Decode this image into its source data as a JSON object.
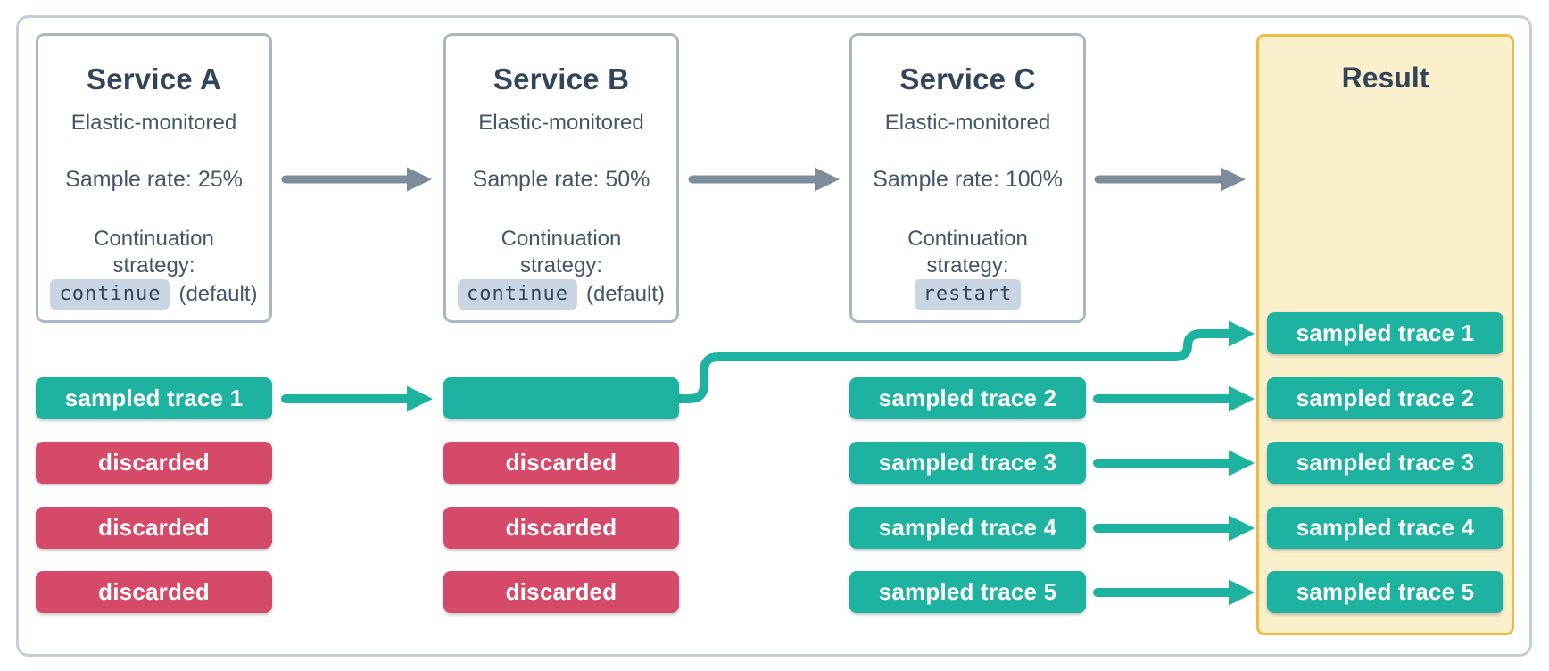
{
  "colors": {
    "teal": "#1eb2a1",
    "red": "#d54a68",
    "navy_dark": "#32455a",
    "navy": "#42566b",
    "box_border": "#a9b6c4",
    "outer_border": "#c5ced8",
    "badge_bg": "#c9d5e2",
    "result_bg": "#faf0cb",
    "result_border": "#f0ba3e",
    "arrow_gray": "#7d8c9b",
    "canvas_bg": "#ffffff"
  },
  "services": [
    {
      "name": "Service A",
      "monitored": "Elastic-monitored",
      "sample_rate": "Sample rate: 25%",
      "continuation_line1": "Continuation",
      "continuation_line2": "strategy:",
      "strategy_value": "continue",
      "strategy_note": "(default)"
    },
    {
      "name": "Service B",
      "monitored": "Elastic-monitored",
      "sample_rate": "Sample rate: 50%",
      "continuation_line1": "Continuation",
      "continuation_line2": "strategy:",
      "strategy_value": "continue",
      "strategy_note": "(default)"
    },
    {
      "name": "Service C",
      "monitored": "Elastic-monitored",
      "sample_rate": "Sample rate: 100%",
      "continuation_line1": "Continuation",
      "continuation_line2": "strategy:",
      "strategy_value": "restart",
      "strategy_note": ""
    }
  ],
  "lanes": {
    "service_a": [
      "sampled trace 1",
      "discarded",
      "discarded",
      "discarded"
    ],
    "service_b": [
      "",
      "discarded",
      "discarded",
      "discarded"
    ],
    "service_c": [
      "sampled trace 2",
      "sampled trace 3",
      "sampled trace 4",
      "sampled trace 5"
    ]
  },
  "result": {
    "title": "Result",
    "traces": [
      "sampled trace 1",
      "sampled trace 2",
      "sampled trace 3",
      "sampled trace 4",
      "sampled trace 5"
    ]
  }
}
